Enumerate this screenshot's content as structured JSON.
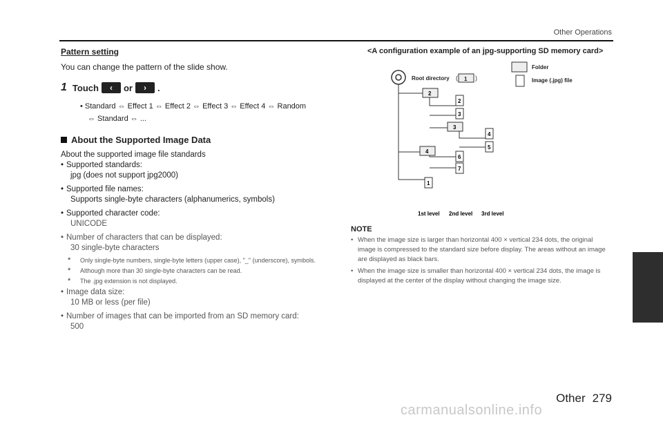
{
  "header": {
    "section": "Other Operations"
  },
  "pattern": {
    "title": "Pattern setting",
    "body": "You can change the pattern of the slide show.",
    "step_number": "1",
    "step_text": "Touch",
    "step_or": "or",
    "step_end": ".",
    "left_icon": "‹",
    "right_icon": "›",
    "effects_line1": "•  Standard ⇔ Effect 1 ⇔ Effect 2 ⇔ Effect 3 ⇔ Effect 4 ⇔ Random",
    "effects_line2": "⇔ Standard ⇔ ..."
  },
  "supported": {
    "heading": "About the Supported Image Data",
    "intro": "About the supported image file standards",
    "items": [
      {
        "label": "Supported standards:",
        "value": "jpg (does not support jpg2000)"
      },
      {
        "label": "Supported file names:",
        "value": "Supports single-byte characters (alphanumerics, symbols)"
      },
      {
        "label": "Supported character code:",
        "value": "UNICODE"
      },
      {
        "label": "Number of characters that can be displayed:",
        "value": "30 single-byte characters"
      },
      {
        "label": "Image data size:",
        "value": "10 MB or less (per file)"
      },
      {
        "label": "Number of images that can be imported from an SD memory card:",
        "value": "500"
      }
    ],
    "notes": [
      "Only single-byte numbers, single-byte letters (upper case), \"_\" (underscore), symbols.",
      "Although more than 30 single-byte characters can be read.",
      "The .jpg extension is not displayed."
    ],
    "note_marker": "*"
  },
  "figure": {
    "title": "<A configuration example of an jpg-supporting SD memory card>",
    "root_label": "Root directory",
    "root_num": "1",
    "legend_folder": "Folder",
    "legend_file": "Image (.jpg) file",
    "level1": "1st level",
    "level2": "2nd level",
    "level3": "3rd level",
    "nodes": [
      "2",
      "2",
      "3",
      "3",
      "4",
      "5",
      "4",
      "6",
      "7",
      "1"
    ]
  },
  "note": {
    "heading": "NOTE",
    "bullets": [
      "When the image size is larger than horizontal 400 × vertical 234 dots, the original image is compressed to the standard size before display. The areas without an image are displayed as black bars.",
      "When the image size is smaller than horizontal 400 × vertical 234 dots, the image is displayed at the center of the display without changing the image size."
    ]
  },
  "footer": {
    "label": "Other",
    "page": "279"
  },
  "watermark": "carmanualsonline.info"
}
